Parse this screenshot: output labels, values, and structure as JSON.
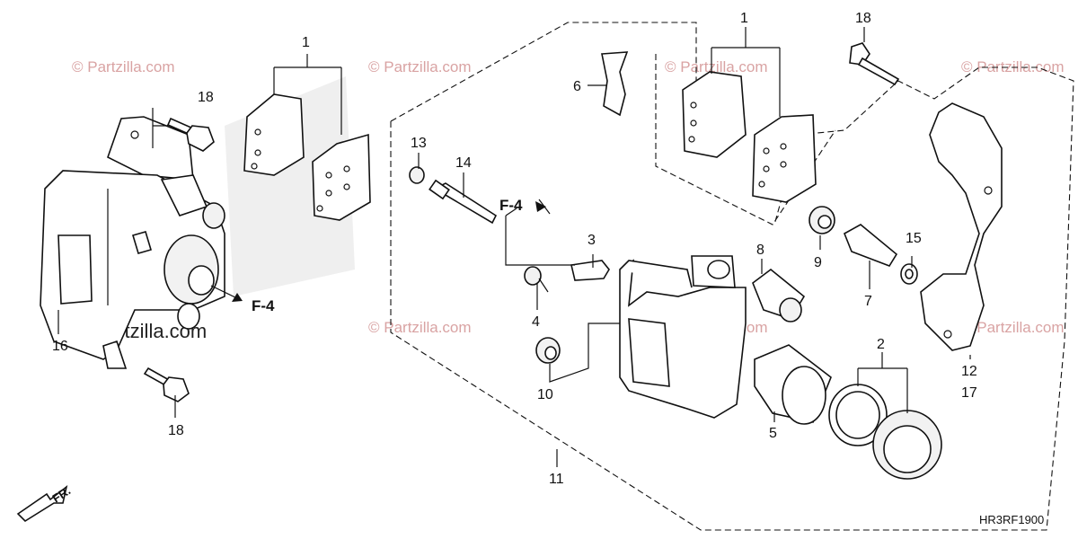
{
  "callouts": {
    "c1_left": "1",
    "c18_topleft": "18",
    "c16": "16",
    "c18_bottom": "18",
    "c13": "13",
    "c14": "14",
    "c4": "4",
    "c10": "10",
    "c3": "3",
    "c6": "6",
    "c1_right": "1",
    "c18_topright": "18",
    "c8": "8",
    "c9": "9",
    "c7": "7",
    "c15": "15",
    "c5": "5",
    "c2": "2",
    "c11": "11",
    "c12": "12",
    "c17": "17"
  },
  "references": {
    "f4_left": "F-4",
    "f4_center": "F-4"
  },
  "watermarks": {
    "small": "© Partzilla.com",
    "large": "© Partzilla.com"
  },
  "diagram_code": "HR3RF1900",
  "front_indicator": "FR.",
  "colors": {
    "line": "#111111",
    "watermark": "#d9a3a3",
    "background": "#ffffff"
  }
}
